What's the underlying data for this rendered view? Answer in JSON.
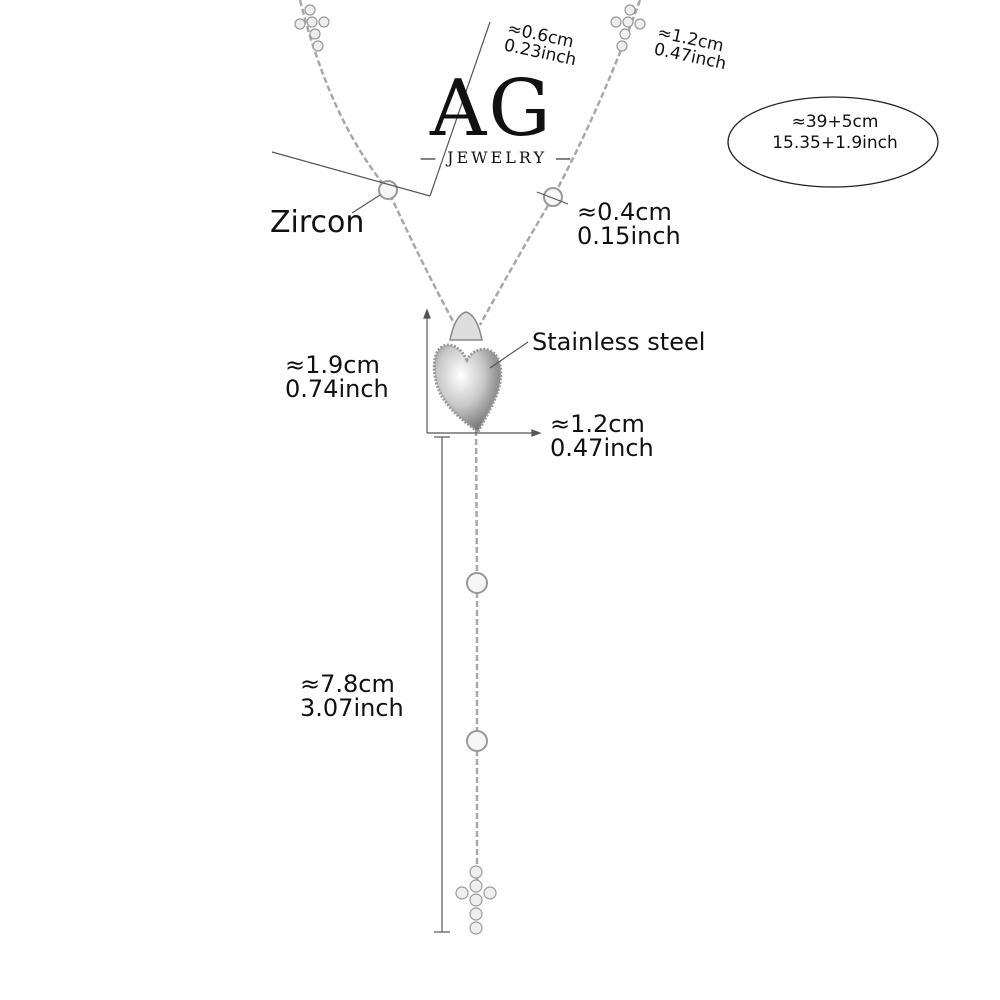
{
  "brand": {
    "logo": "AG",
    "sub": "— JEWELRY —"
  },
  "labels": {
    "cross_width": {
      "cm": "≈0.6cm",
      "inch": "0.23inch"
    },
    "cross_height": {
      "cm": "≈1.2cm",
      "inch": "0.47inch"
    },
    "length": {
      "cm": "≈39+5cm",
      "inch": "15.35+1.9inch"
    },
    "zircon": "Zircon",
    "bead": {
      "cm": "≈0.4cm",
      "inch": "0.15inch"
    },
    "material": "Stainless steel",
    "heart_height": {
      "cm": "≈1.9cm",
      "inch": "0.74inch"
    },
    "heart_width": {
      "cm": "≈1.2cm",
      "inch": "0.47inch"
    },
    "drop": {
      "cm": "≈7.8cm",
      "inch": "3.07inch"
    }
  }
}
